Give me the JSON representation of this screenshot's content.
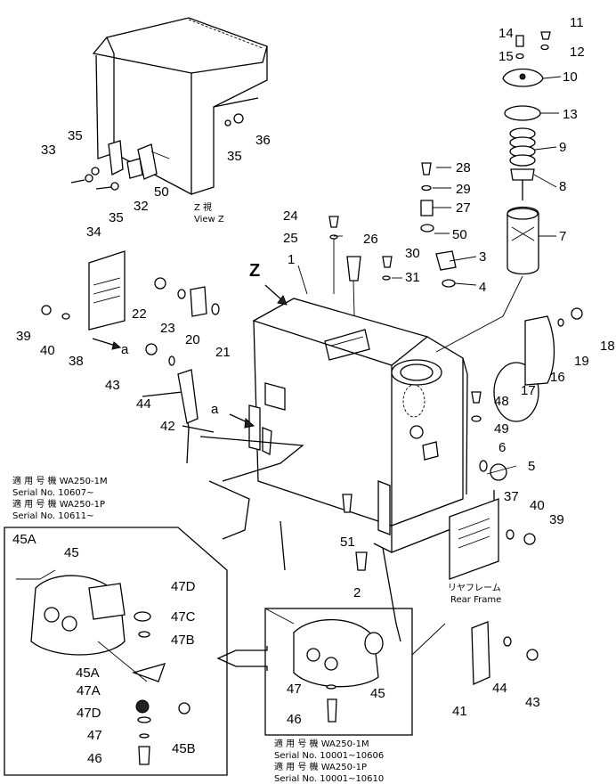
{
  "callouts": [
    {
      "id": "c1",
      "text": "1"
    },
    {
      "id": "c2",
      "text": "2"
    },
    {
      "id": "c3",
      "text": "3"
    },
    {
      "id": "c4",
      "text": "4"
    },
    {
      "id": "c5",
      "text": "5"
    },
    {
      "id": "c6",
      "text": "6"
    },
    {
      "id": "c7",
      "text": "7"
    },
    {
      "id": "c8",
      "text": "8"
    },
    {
      "id": "c9",
      "text": "9"
    },
    {
      "id": "c10",
      "text": "10"
    },
    {
      "id": "c11",
      "text": "11"
    },
    {
      "id": "c12",
      "text": "12"
    },
    {
      "id": "c13",
      "text": "13"
    },
    {
      "id": "c14",
      "text": "14"
    },
    {
      "id": "c15",
      "text": "15"
    },
    {
      "id": "c16",
      "text": "16"
    },
    {
      "id": "c17",
      "text": "17"
    },
    {
      "id": "c18",
      "text": "18"
    },
    {
      "id": "c19",
      "text": "19"
    },
    {
      "id": "c20",
      "text": "20"
    },
    {
      "id": "c21",
      "text": "21"
    },
    {
      "id": "c22",
      "text": "22"
    },
    {
      "id": "c23",
      "text": "23"
    },
    {
      "id": "c24",
      "text": "24"
    },
    {
      "id": "c25",
      "text": "25"
    },
    {
      "id": "c26",
      "text": "26"
    },
    {
      "id": "c27",
      "text": "27"
    },
    {
      "id": "c28",
      "text": "28"
    },
    {
      "id": "c29",
      "text": "29"
    },
    {
      "id": "c30",
      "text": "30"
    },
    {
      "id": "c31",
      "text": "31"
    },
    {
      "id": "c32",
      "text": "32"
    },
    {
      "id": "c33",
      "text": "33"
    },
    {
      "id": "c34",
      "text": "34"
    },
    {
      "id": "c35a",
      "text": "35"
    },
    {
      "id": "c35b",
      "text": "35"
    },
    {
      "id": "c35c",
      "text": "35"
    },
    {
      "id": "c36",
      "text": "36"
    },
    {
      "id": "c37",
      "text": "37"
    },
    {
      "id": "c38",
      "text": "38"
    },
    {
      "id": "c39a",
      "text": "39"
    },
    {
      "id": "c39b",
      "text": "39"
    },
    {
      "id": "c40a",
      "text": "40"
    },
    {
      "id": "c40b",
      "text": "40"
    },
    {
      "id": "c41",
      "text": "41"
    },
    {
      "id": "c42",
      "text": "42"
    },
    {
      "id": "c43a",
      "text": "43"
    },
    {
      "id": "c43b",
      "text": "43"
    },
    {
      "id": "c44a",
      "text": "44"
    },
    {
      "id": "c44b",
      "text": "44"
    },
    {
      "id": "c45a",
      "text": "45"
    },
    {
      "id": "c45b",
      "text": "45"
    },
    {
      "id": "c45A1",
      "text": "45A"
    },
    {
      "id": "c45A2",
      "text": "45A"
    },
    {
      "id": "c45B",
      "text": "45B"
    },
    {
      "id": "c46a",
      "text": "46"
    },
    {
      "id": "c46b",
      "text": "46"
    },
    {
      "id": "c47a",
      "text": "47"
    },
    {
      "id": "c47b",
      "text": "47"
    },
    {
      "id": "c47A",
      "text": "47A"
    },
    {
      "id": "c47B",
      "text": "47B"
    },
    {
      "id": "c47C",
      "text": "47C"
    },
    {
      "id": "c47D1",
      "text": "47D"
    },
    {
      "id": "c47D2",
      "text": "47D"
    },
    {
      "id": "c48",
      "text": "48"
    },
    {
      "id": "c49",
      "text": "49"
    },
    {
      "id": "c50a",
      "text": "50"
    },
    {
      "id": "c50b",
      "text": "50"
    },
    {
      "id": "c51",
      "text": "51"
    },
    {
      "id": "ca1",
      "text": "a"
    },
    {
      "id": "ca2",
      "text": "a"
    }
  ],
  "view_z": {
    "marker": "Z",
    "line1": "Z 視",
    "line2": "View Z"
  },
  "rear_frame": {
    "line1": "リヤフレーム",
    "line2": "Rear Frame"
  },
  "serial_top": [
    "適 用 号 機 WA250-1M",
    "Serial No. 10607~",
    "適 用 号 機 WA250-1P",
    "Serial No. 10611~"
  ],
  "serial_bottom": [
    "適 用 号 機 WA250-1M",
    "Serial No. 10001~10606",
    "適 用 号 機 WA250-1P",
    "Serial No. 10001~10610"
  ]
}
